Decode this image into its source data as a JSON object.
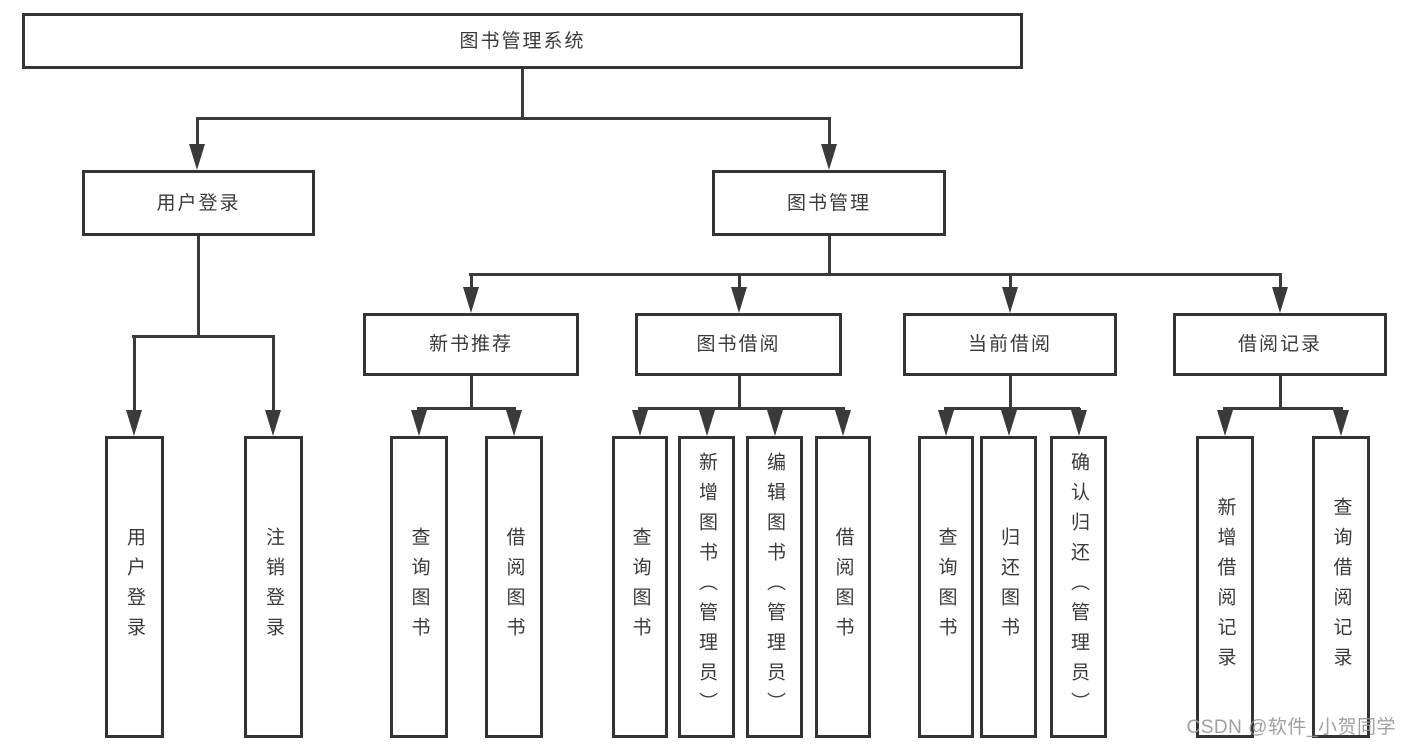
{
  "tree": {
    "root": {
      "label": "图书管理系统",
      "children": [
        {
          "label": "用户登录",
          "children": [
            {
              "label": "用户登录"
            },
            {
              "label": "注销登录"
            }
          ]
        },
        {
          "label": "图书管理",
          "children": [
            {
              "label": "新书推荐",
              "children": [
                {
                  "label": "查询图书"
                },
                {
                  "label": "借阅图书"
                }
              ]
            },
            {
              "label": "图书借阅",
              "children": [
                {
                  "label": "查询图书"
                },
                {
                  "label": "新增图书（管理员）"
                },
                {
                  "label": "编辑图书（管理员）"
                },
                {
                  "label": "借阅图书"
                }
              ]
            },
            {
              "label": "当前借阅",
              "children": [
                {
                  "label": "查询图书"
                },
                {
                  "label": "归还图书"
                },
                {
                  "label": "确认归还（管理员）"
                }
              ]
            },
            {
              "label": "借阅记录",
              "children": [
                {
                  "label": "新增借阅记录"
                },
                {
                  "label": "查询借阅记录"
                }
              ]
            }
          ]
        }
      ]
    }
  },
  "watermark": {
    "text": "CSDN @软件_小贺同学"
  },
  "colors": {
    "line": "#3a3a3a",
    "border": "#333333",
    "text": "#3a3a3a",
    "watermark": "#969696"
  }
}
